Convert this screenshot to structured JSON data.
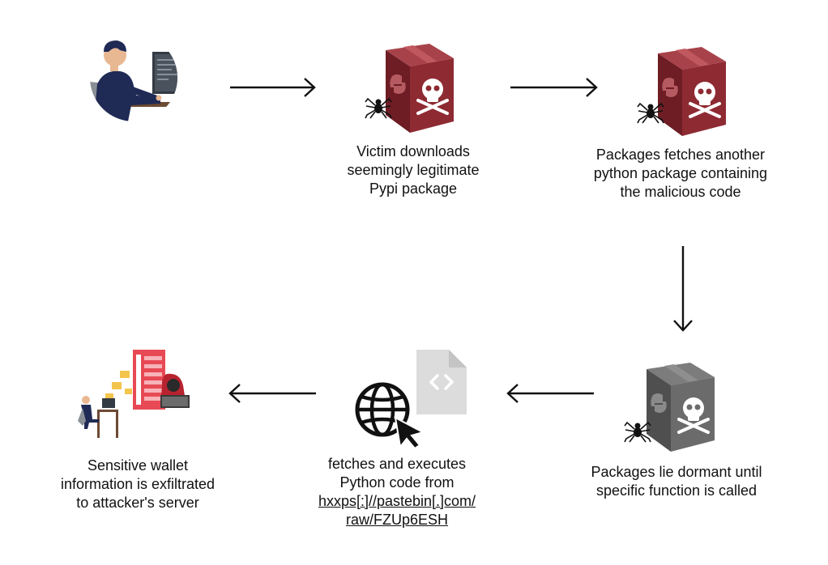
{
  "steps": {
    "download": {
      "lines": [
        "Victim downloads",
        "seemingly legitimate",
        "Pypi package"
      ]
    },
    "fetch": {
      "lines": [
        "Packages fetches another",
        "python package containing",
        "the malicious code"
      ]
    },
    "dormant": {
      "lines": [
        "Packages lie dormant until",
        "specific function is called"
      ]
    },
    "pastebin": {
      "lines": [
        "fetches and executes",
        "Python code from"
      ],
      "url_lines": [
        "hxxps[:]//pastebin[.]com/",
        "raw/FZUp6ESH"
      ]
    },
    "exfil": {
      "lines": [
        "Sensitive wallet",
        "information is exfiltrated",
        "to attacker's server"
      ]
    }
  },
  "icons": {
    "victim": "victim-at-computer-icon",
    "package_malicious": "malicious-python-package-icon",
    "package_dormant": "dormant-python-package-icon",
    "spider": "spider-icon",
    "globe": "globe-with-cursor-icon",
    "code_file": "code-file-icon",
    "attacker": "hacker-server-icon"
  },
  "colors": {
    "package_red": "#8e2a32",
    "package_red_dark": "#6e1d24",
    "package_red_light": "#a8424a",
    "package_gray": "#6b6b6b",
    "package_gray_dark": "#4f4f4f",
    "server_red": "#e84a55",
    "file_gray": "#dcdcdc",
    "arrow": "#111111"
  }
}
